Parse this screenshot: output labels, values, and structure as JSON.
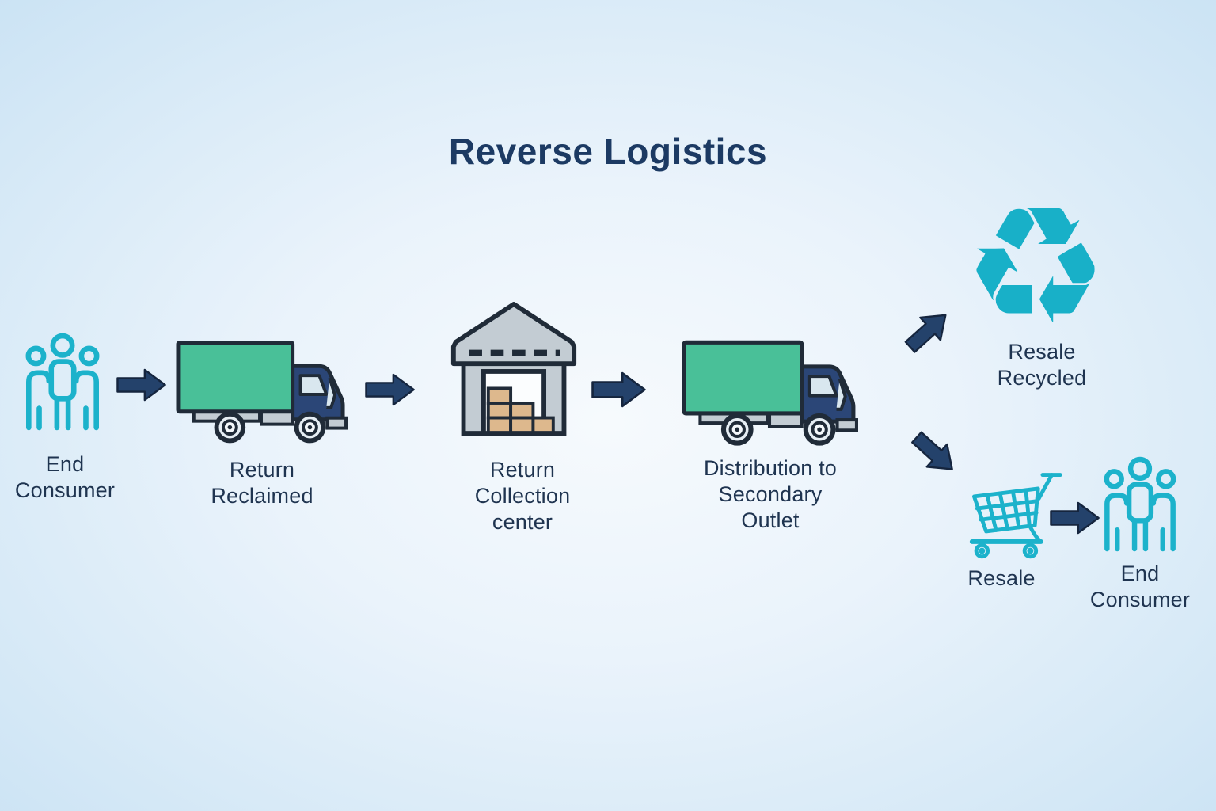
{
  "title": "Reverse Logistics",
  "nodes": {
    "end_consumer_start": {
      "label": "End\nConsumer",
      "icon": "people-group-icon"
    },
    "return_reclaimed": {
      "label": "Return\nReclaimed",
      "icon": "delivery-truck-icon"
    },
    "return_collection_center": {
      "label": "Return\nCollection\ncenter",
      "icon": "warehouse-icon"
    },
    "distribution_secondary_outlet": {
      "label": "Distribution to\nSecondary\nOutlet",
      "icon": "delivery-truck-icon"
    },
    "resale_recycled": {
      "label": "Resale\nRecycled",
      "icon": "recycle-icon",
      "glyph": "♻"
    },
    "resale": {
      "label": "Resale",
      "icon": "shopping-cart-icon"
    },
    "end_consumer_end": {
      "label": "End\nConsumer",
      "icon": "people-group-icon"
    }
  },
  "flow": [
    {
      "from": "End Consumer",
      "to": "Return Reclaimed"
    },
    {
      "from": "Return Reclaimed",
      "to": "Return Collection center"
    },
    {
      "from": "Return Collection center",
      "to": "Distribution to Secondary Outlet"
    },
    {
      "from": "Distribution to Secondary Outlet",
      "to": "Resale Recycled"
    },
    {
      "from": "Distribution to Secondary Outlet",
      "to": "Resale"
    },
    {
      "from": "Resale",
      "to": "End Consumer"
    }
  ],
  "colors": {
    "background_edge": "#cbe3f4",
    "background_center": "#f6fafd",
    "teal_icon": "#1cb2cb",
    "arrow_navy": "#24426b",
    "arrow_outline": "#15253e",
    "truck_cargo_green": "#49c098",
    "truck_cab_navy": "#2b4677",
    "truck_window_blue": "#d9e7ef",
    "chassis_gray": "#c3ccd3",
    "warehouse_gray": "#c3ccd3",
    "box_tan": "#ddb88d",
    "outline_dark": "#202b38",
    "text_navy": "#1f3450",
    "title_navy": "#1c3a63"
  }
}
